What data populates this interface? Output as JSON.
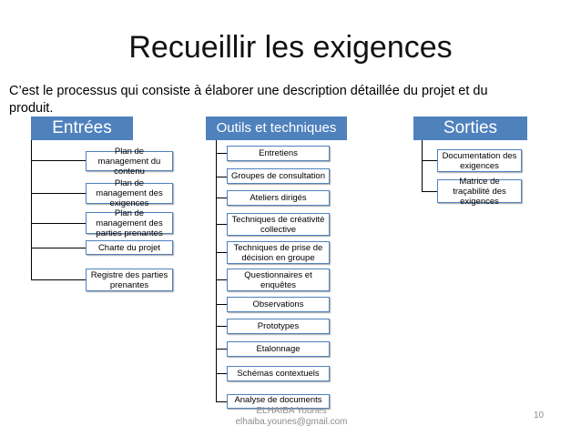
{
  "title": "Recueillir les exigences",
  "subtitle": "C’est le processus qui consiste à élaborer une description détaillée du projet et du produit.",
  "inputs": {
    "header": "Entrées",
    "items": [
      "Plan de management du contenu",
      "Plan de management des exigences",
      "Plan de management des parties prenantes",
      "Charte du projet",
      "Registre des parties prenantes"
    ]
  },
  "tools": {
    "header": "Outils et techniques",
    "items": [
      "Entretiens",
      "Groupes de consultation",
      "Ateliers dirigés",
      "Techniques de créativité collective",
      "Techniques de prise de décision en groupe",
      "Questionnaires et enquêtes",
      "Observations",
      "Prototypes",
      "Etalonnage",
      "Schémas contextuels",
      "Analyse de documents"
    ]
  },
  "outputs": {
    "header": "Sorties",
    "items": [
      "Documentation des exigences",
      "Matrice de traçabilité des exigences"
    ]
  },
  "footer": {
    "author": "ELHAIBA Younes",
    "email": "elhaiba.younes@gmail.com",
    "page": "10"
  },
  "colors": {
    "header_bg": "#4f81bd",
    "box_border": "#4f81bd"
  }
}
